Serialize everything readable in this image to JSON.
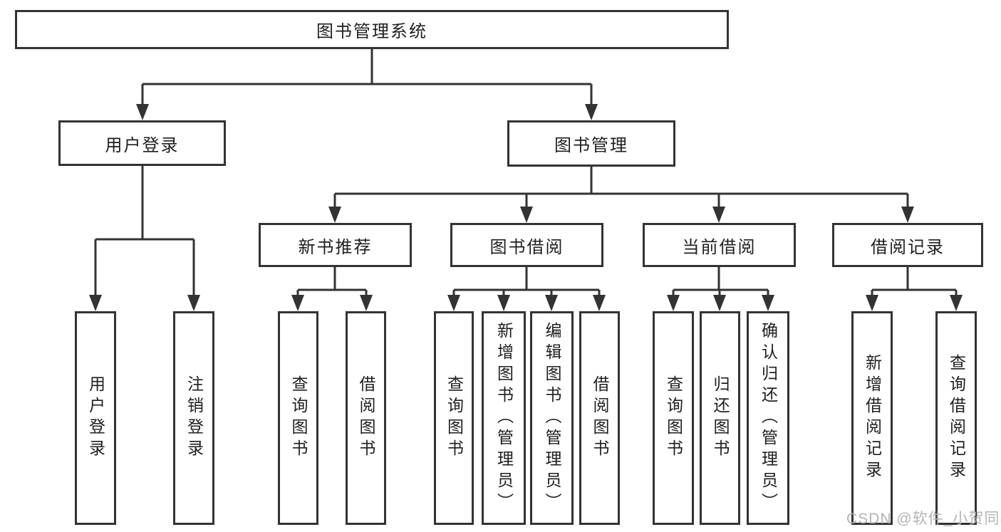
{
  "tree": {
    "label": "图书管理系统",
    "children": [
      {
        "label": "用户登录",
        "children": [
          {
            "label": "用户登录"
          },
          {
            "label": "注销登录"
          }
        ]
      },
      {
        "label": "图书管理",
        "children": [
          {
            "label": "新书推荐",
            "children": [
              {
                "label": "查询图书"
              },
              {
                "label": "借阅图书"
              }
            ]
          },
          {
            "label": "图书借阅",
            "children": [
              {
                "label": "查询图书"
              },
              {
                "label": "新增图书（管理员）"
              },
              {
                "label": "编辑图书（管理员）"
              },
              {
                "label": "借阅图书"
              }
            ]
          },
          {
            "label": "当前借阅",
            "children": [
              {
                "label": "查询图书"
              },
              {
                "label": "归还图书"
              },
              {
                "label": "确认归还（管理员）"
              }
            ]
          },
          {
            "label": "借阅记录",
            "children": [
              {
                "label": "新增借阅记录"
              },
              {
                "label": "查询借阅记录"
              }
            ]
          }
        ]
      }
    ]
  },
  "watermark": {
    "text": "CSDN @软件_小贺同学"
  },
  "colors": {
    "line": "#333333",
    "boxborder": "#333333",
    "text": "#1f1f1f",
    "watermark": "#b3b3b3",
    "bg": "#ffffff"
  }
}
